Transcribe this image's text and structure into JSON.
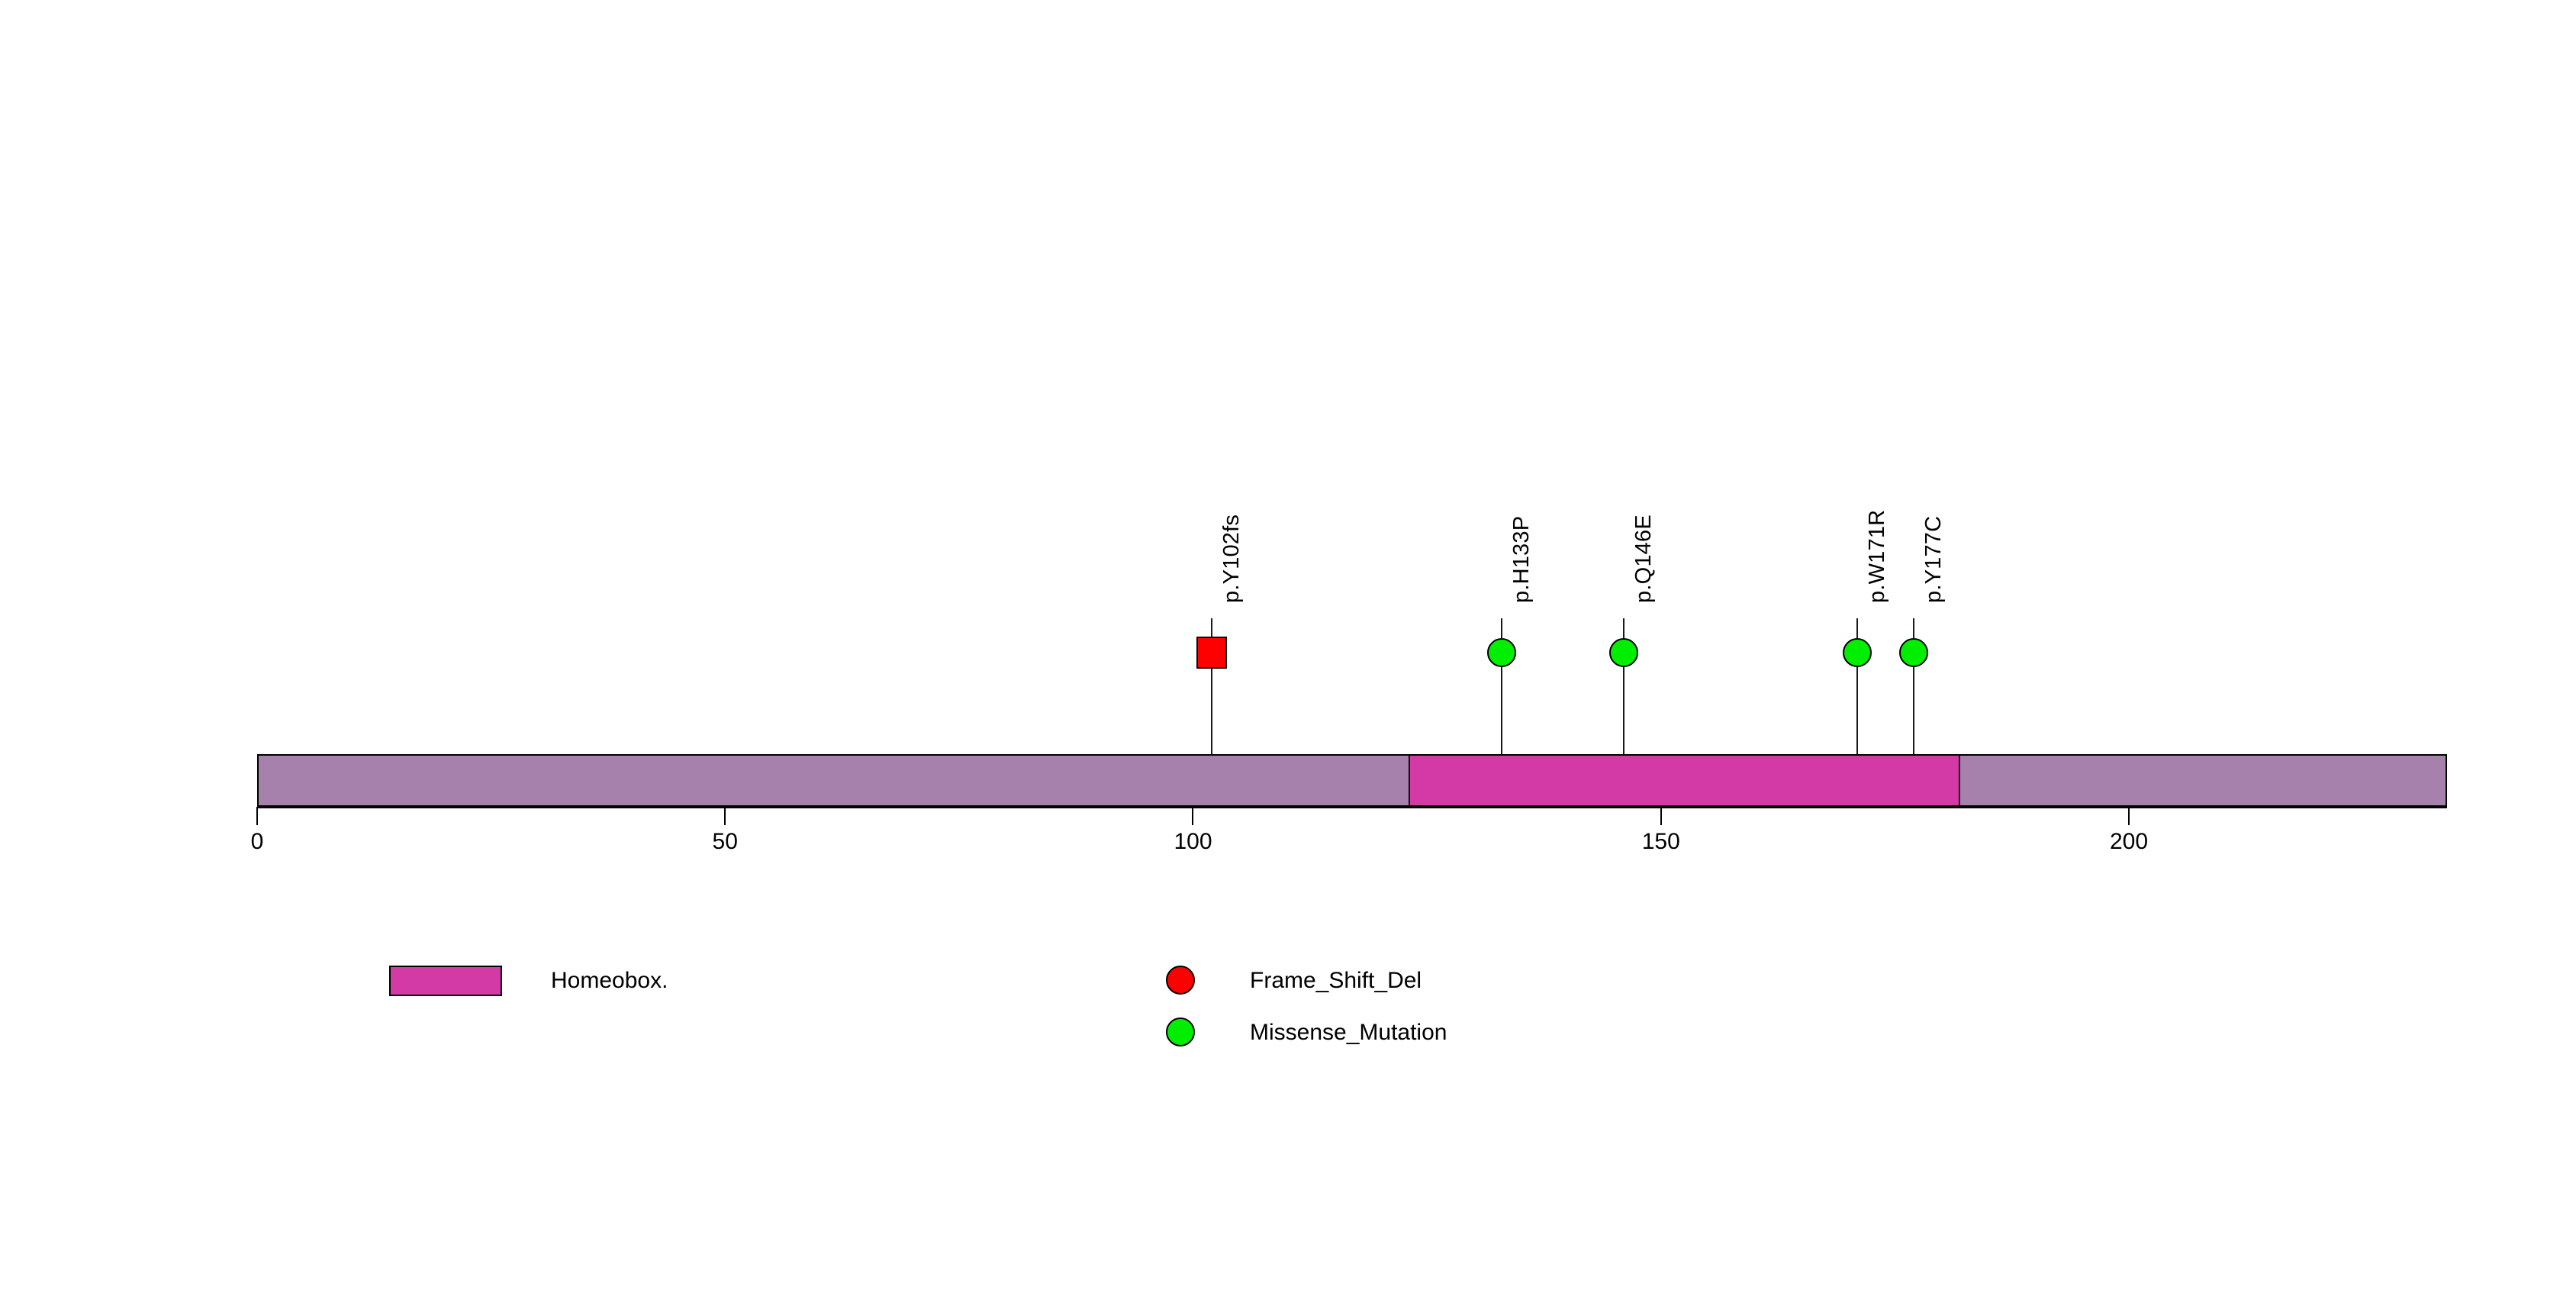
{
  "chart_data": {
    "type": "lollipop",
    "title": "",
    "xlabel": "",
    "ylabel": "",
    "xlim": [
      0,
      234
    ],
    "protein_length": 234,
    "axis": {
      "ticks": [
        0,
        50,
        100,
        150,
        200
      ],
      "tick_labels": [
        "0",
        "50",
        "100",
        "150",
        "200"
      ],
      "grid": false
    },
    "backbone": {
      "color": "#a681ac",
      "start": 0,
      "end": 234
    },
    "domains": [
      {
        "name": "Homeobox.",
        "start": 123,
        "end": 182,
        "color": "#d43aa6"
      }
    ],
    "mutations": [
      {
        "label": "p.Y102fs",
        "position": 102,
        "type": "Frame_Shift_Del",
        "color": "#ff0000",
        "shape": "square",
        "count": 1
      },
      {
        "label": "p.H133P",
        "position": 133,
        "type": "Missense_Mutation",
        "color": "#00ee00",
        "shape": "circle",
        "count": 1
      },
      {
        "label": "p.Q146E",
        "position": 146,
        "type": "Missense_Mutation",
        "color": "#00ee00",
        "shape": "circle",
        "count": 1
      },
      {
        "label": "p.W171R",
        "position": 171,
        "type": "Missense_Mutation",
        "color": "#00ee00",
        "shape": "circle",
        "count": 1
      },
      {
        "label": "p.Y177C",
        "position": 177,
        "type": "Missense_Mutation",
        "color": "#00ee00",
        "shape": "circle",
        "count": 1
      }
    ],
    "legend_position": "bottom",
    "legends": {
      "domain_legend": [
        {
          "label": "Homeobox.",
          "color": "#d43aa6"
        }
      ],
      "mutation_legend": [
        {
          "label": "Frame_Shift_Del",
          "color": "#ff0000"
        },
        {
          "label": "Missense_Mutation",
          "color": "#00ee00"
        }
      ]
    }
  }
}
